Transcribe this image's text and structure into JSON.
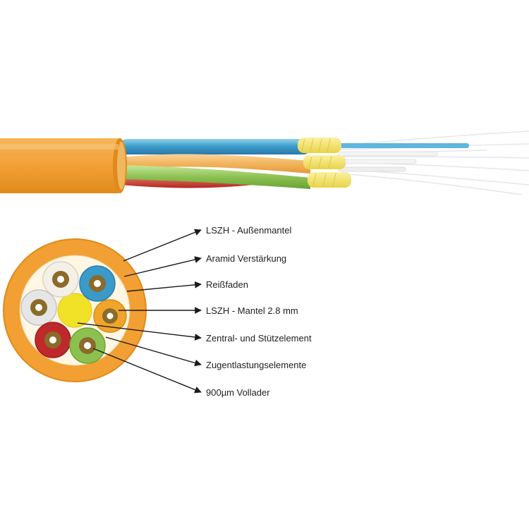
{
  "labels": [
    "LSZH - Außenmantel",
    "Aramid Verstärkung",
    "Reißfaden",
    "LSZH - Mantel 2.8 mm",
    "Zentral- und Stützelement",
    "Zugentlastungselemente",
    "900µm Vollader"
  ],
  "colors": {
    "jacket": "#f2a033",
    "jacket_dark": "#e08a1a",
    "aramid": "#fff6e3",
    "center": "#f2e227",
    "subunit_blue": "#3a9ac8",
    "subunit_orange": "#f0a52a",
    "subunit_green": "#8cc152",
    "subunit_red": "#c0292b",
    "subunit_white": "#e6e6e6",
    "subunit_ivory": "#f4f0e8",
    "buffer_core": "#8a6b2a",
    "fiber_white": "#ffffff",
    "aramid_yellow": "#f3e46a",
    "arrow": "#1a1a1a"
  }
}
